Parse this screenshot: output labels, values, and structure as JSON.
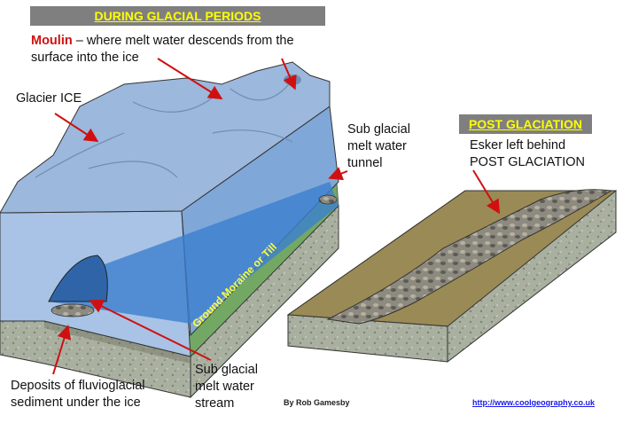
{
  "banner_left": {
    "text": "DURING GLACIAL PERIODS"
  },
  "banner_right": {
    "text": "POST GLACIATION"
  },
  "labels": {
    "moulin_word": "Moulin",
    "moulin_rest_line1": " – where melt water descends from the",
    "moulin_line2": "surface into the ice",
    "glacier_ice": "Glacier ICE",
    "tunnel_line1": "Sub glacial",
    "tunnel_line2": "melt water",
    "tunnel_line3": "tunnel",
    "esker_line1": "Esker left behind",
    "esker_line2": "POST GLACIATION",
    "deposits_line1": "Deposits of fluvioglacial",
    "deposits_line2": "sediment under the ice",
    "stream_line1": "Sub glacial",
    "stream_line2": "melt water",
    "stream_line3": "stream",
    "ground_moraine": "Ground Moraine or Till",
    "credit": "By Rob Gamesby",
    "link": "http://www.coolgeography.co.uk"
  },
  "colors": {
    "banner_bg": "#7f7f7f",
    "banner_text": "#ffff00",
    "moulin_red": "#d01010",
    "ice": "#9cb8dc",
    "ice_front": "#a8c3e5",
    "tunnel_blue": "#3c7fd0",
    "rock": "#a9b0a0",
    "till_surface": "#9a8a55",
    "arrow": "#d01010",
    "ground_label": "#ffff33"
  }
}
